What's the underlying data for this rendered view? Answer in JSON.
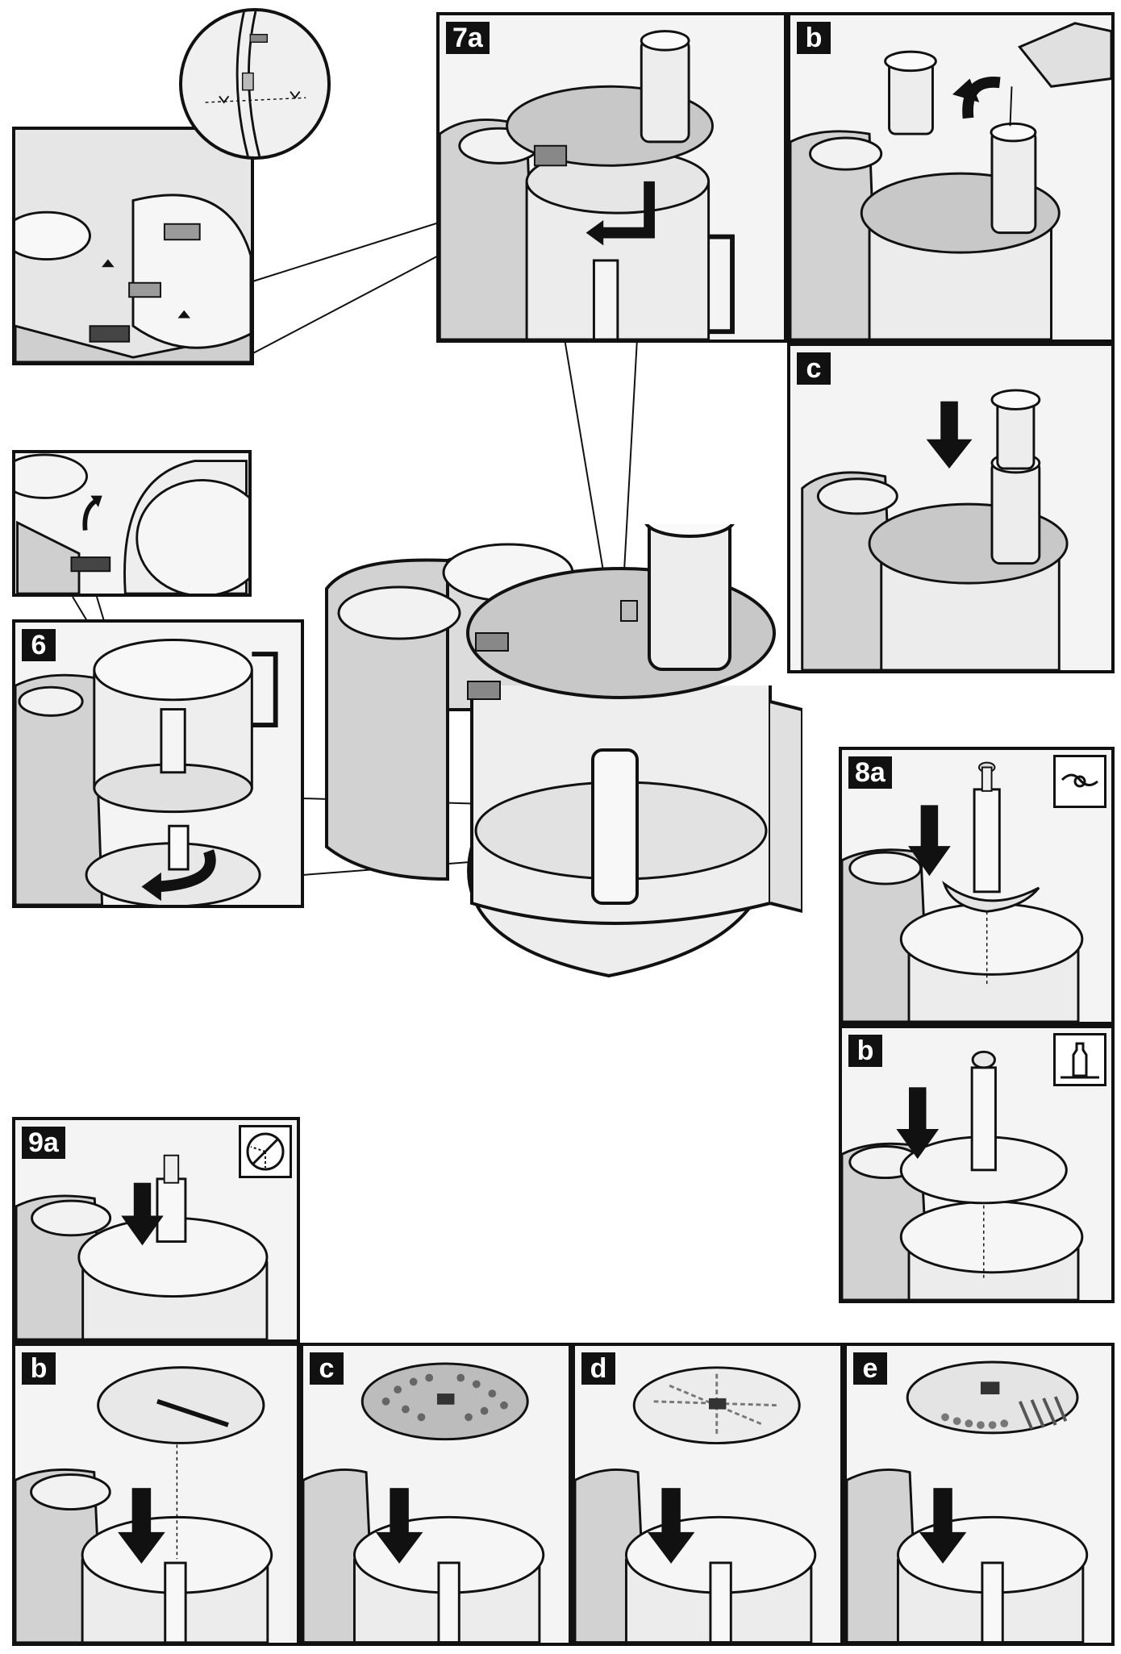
{
  "panels": {
    "p7a": "7a",
    "p7b": "b",
    "p7c": "c",
    "p6": "6",
    "p8a": "8a",
    "p8b": "b",
    "p9a": "9a",
    "p9b": "b",
    "p9c": "c",
    "p9d": "d",
    "p9e": "e"
  },
  "icons": {
    "p8a": "chopping-blade-icon",
    "p8b": "emulsifying-disc-icon",
    "p9a": "disc-spindle-icon"
  },
  "colors": {
    "outline": "#111111",
    "panel_bg": "#f4f4f4",
    "appliance": "#d4d4d4",
    "bowl": "#e9e9e9",
    "arrow": "#111111"
  }
}
